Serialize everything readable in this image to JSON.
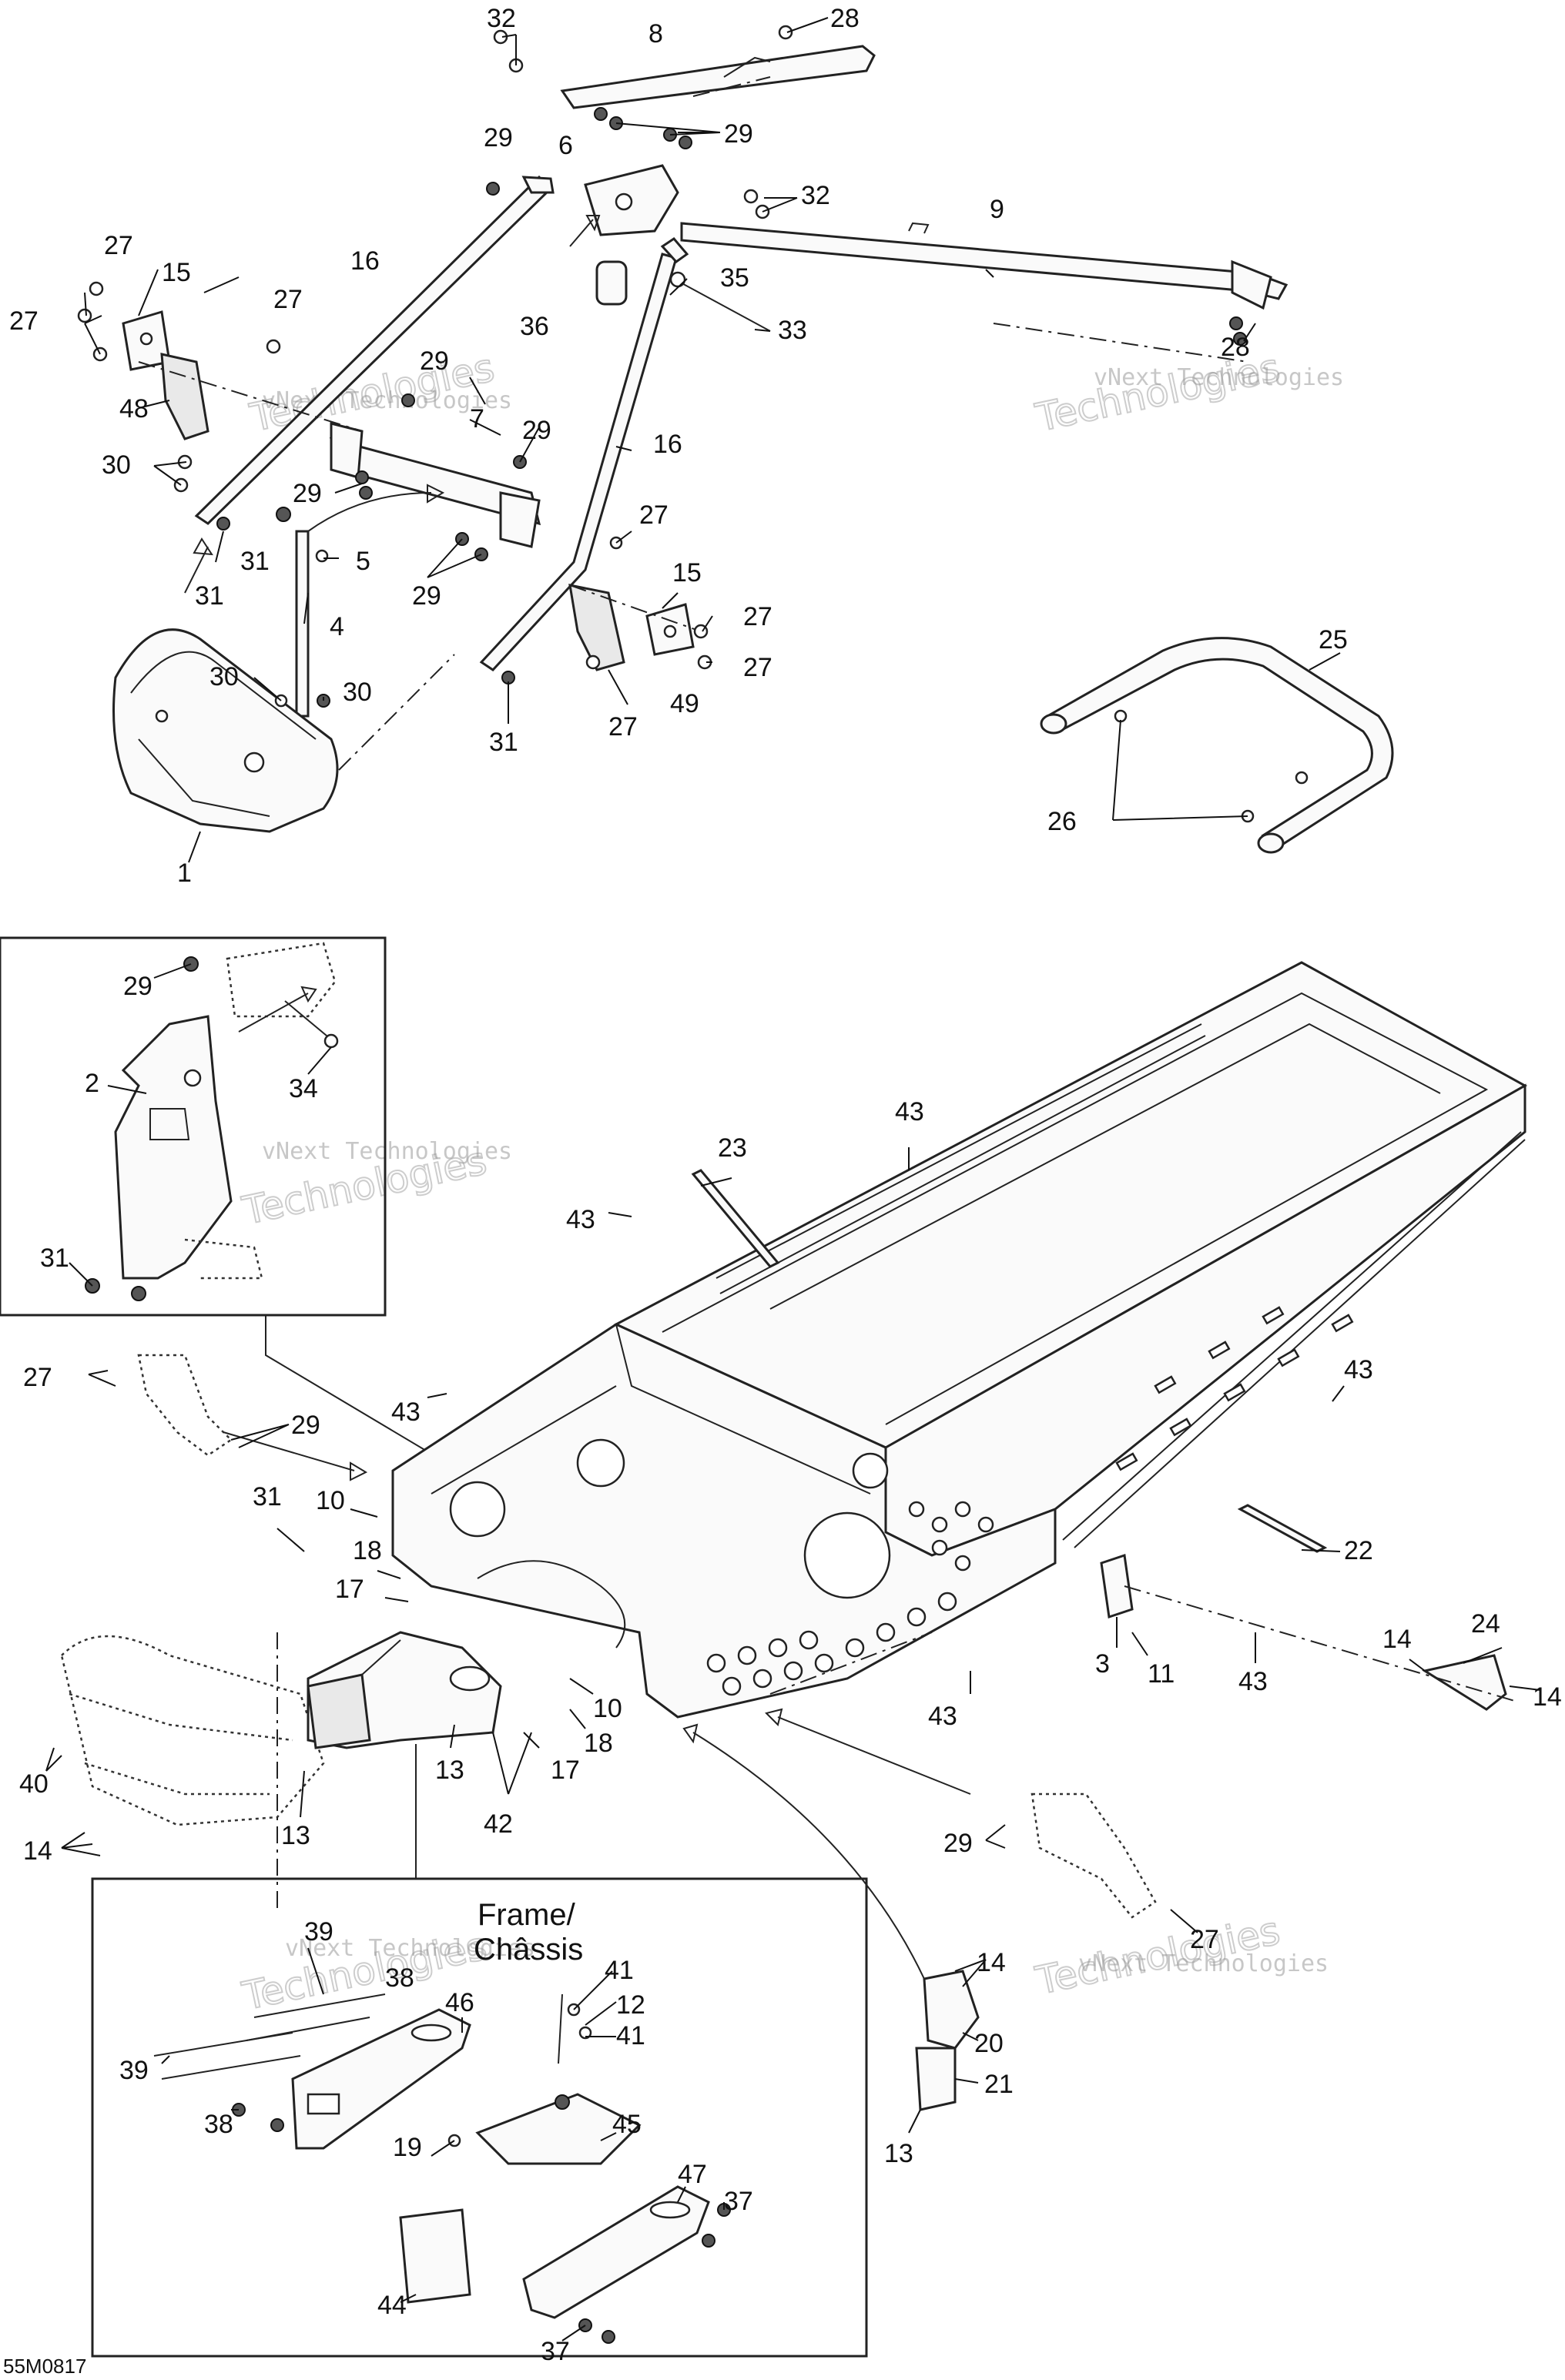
{
  "callouts": {
    "c32a": "32",
    "c8": "8",
    "c28a": "28",
    "c29a": "29",
    "c6": "6",
    "c29b": "29",
    "c32b": "32",
    "c9": "9",
    "c27a": "27",
    "c15a": "15",
    "c16a": "16",
    "c35": "35",
    "c27b": "27",
    "c27c": "27",
    "c36": "36",
    "c33": "33",
    "c28b": "28",
    "c29c": "29",
    "c48": "48",
    "c7": "7",
    "c29d": "29",
    "c16b": "16",
    "c30a": "30",
    "c29e": "29",
    "c27d": "27",
    "c31a": "31",
    "c5": "5",
    "c29f": "29",
    "c15b": "15",
    "c4": "4",
    "c27e": "27",
    "c27f": "27",
    "c30b": "30",
    "c30c": "30",
    "c49": "49",
    "c27g": "27",
    "c31b": "31",
    "c25": "25",
    "c1": "1",
    "c26": "26",
    "c29g": "29",
    "c34": "34",
    "c2": "2",
    "c43a": "43",
    "c23": "23",
    "c43b": "43",
    "c31c": "31",
    "c27h": "27",
    "c29h": "29",
    "c43c": "43",
    "c43d": "43",
    "c31d": "31",
    "c10a": "10",
    "c18a": "18",
    "c17a": "17",
    "c22": "22",
    "c24": "24",
    "c14a": "14",
    "c14b": "14",
    "c3": "3",
    "c11": "11",
    "c43e": "43",
    "c43f": "43",
    "c10b": "10",
    "c18b": "18",
    "c17b": "17",
    "c13a": "13",
    "c42": "42",
    "c40": "40",
    "c14c": "14",
    "c13b": "13",
    "c29i": "29",
    "c27i": "27",
    "c39a": "39",
    "c38a": "38",
    "c46": "46",
    "c41a": "41",
    "c12": "12",
    "c41b": "41",
    "c14d": "14",
    "c20": "20",
    "c21": "21",
    "c39b": "39",
    "c38b": "38",
    "c19": "19",
    "c45": "45",
    "c47": "47",
    "c37a": "37",
    "c44": "44",
    "c37b": "37",
    "c13c": "13"
  },
  "frame_label_line1": "Frame/",
  "frame_label_line2": "Châssis",
  "reference_code": "55M0817",
  "watermark_line1": "vNext Technologies",
  "watermark_line2": "Technologies"
}
